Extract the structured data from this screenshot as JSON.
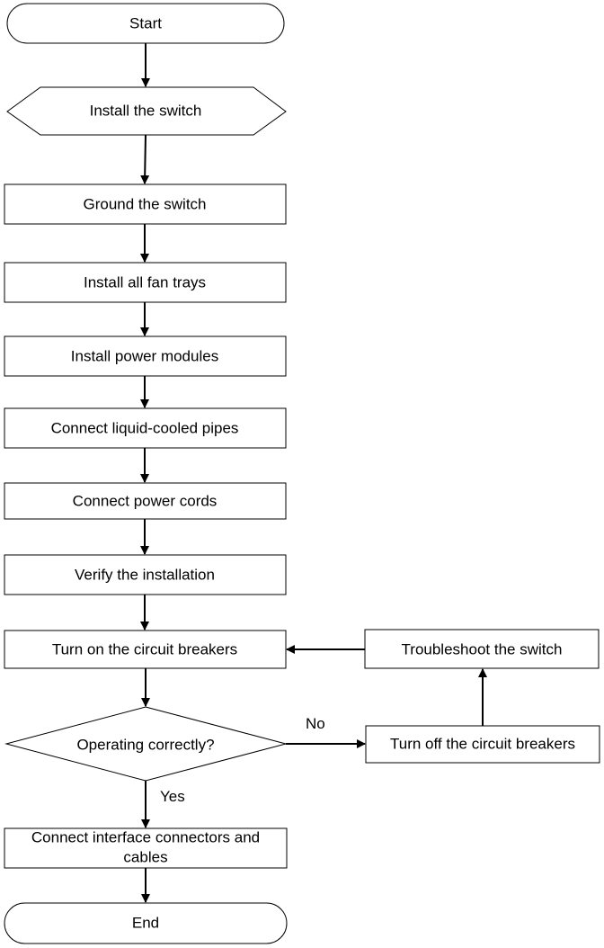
{
  "flowchart": {
    "start": "Start",
    "install_switch": "Install the switch",
    "ground": "Ground the switch",
    "fan_trays": "Install all fan trays",
    "power_modules": "Install power modules",
    "liquid_pipes": "Connect liquid-cooled pipes",
    "power_cords": "Connect power cords",
    "verify": "Verify the installation",
    "turn_on": "Turn on the circuit breakers",
    "decision": "Operating correctly?",
    "no_label": "No",
    "yes_label": "Yes",
    "turn_off": "Turn off the circuit breakers",
    "troubleshoot": "Troubleshoot the switch",
    "connect_interface_line1": "Connect interface connectors and",
    "connect_interface_line2": "cables",
    "end": "End"
  }
}
